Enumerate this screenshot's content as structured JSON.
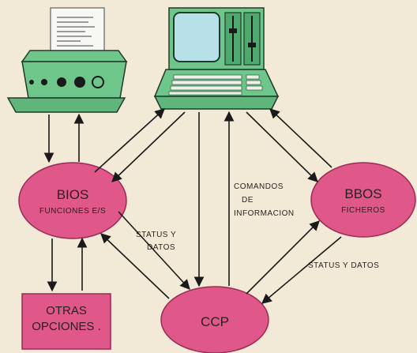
{
  "nodes": {
    "bios": {
      "title": "BIOS",
      "subtitle": "FUNCIONES E/S"
    },
    "bbos": {
      "title": "BBOS",
      "subtitle": "FICHEROS"
    },
    "ccp": {
      "title": "CCP"
    },
    "otras": {
      "line1": "OTRAS",
      "line2": "OPCIONES ."
    }
  },
  "edge_labels": {
    "status_datos_left_1": "STATUS Y",
    "status_datos_left_2": "DATOS",
    "comandos_1": "COMANDOS",
    "comandos_2": "DE",
    "comandos_3": "INFORMACION",
    "status_datos_right": "STATUS Y DATOS"
  },
  "colors": {
    "background": "#f2e9d6",
    "node_fill": "#e0578a",
    "node_stroke": "#9a2a55",
    "device_fill": "#6fc68a",
    "device_stroke": "#1f3a2a",
    "arrow": "#1a1a1a"
  }
}
